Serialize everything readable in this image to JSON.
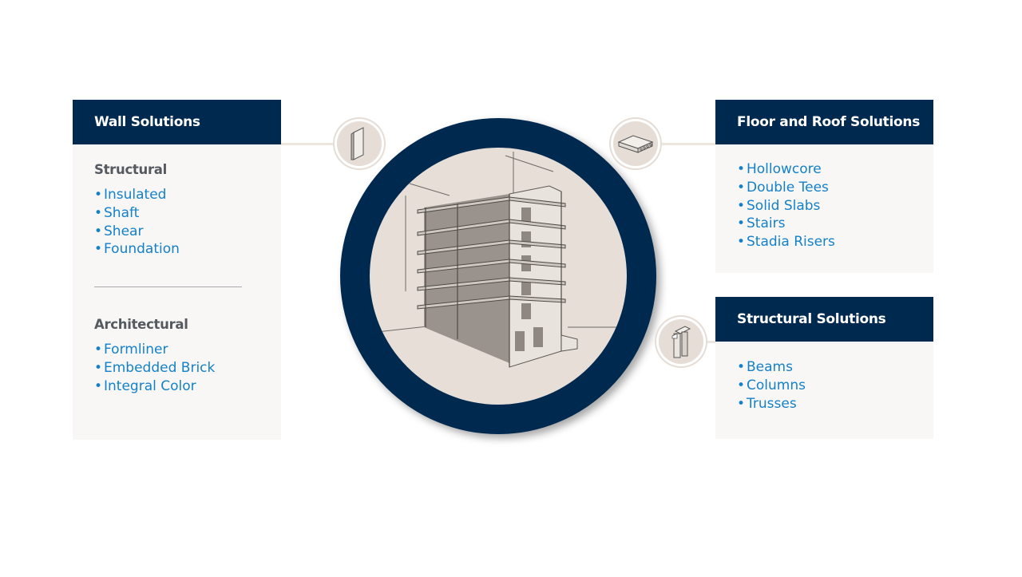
{
  "wall_solutions": {
    "title": "Wall Solutions",
    "groups": [
      {
        "title": "Structural",
        "items": [
          "Insulated",
          "Shaft",
          "Shear",
          "Foundation"
        ]
      },
      {
        "title": "Architectural",
        "items": [
          "Formliner",
          "Embedded Brick",
          "Integral Color"
        ]
      }
    ],
    "icon": "wall-panel-icon"
  },
  "floor_roof_solutions": {
    "title": "Floor and Roof Solutions",
    "items": [
      "Hollowcore",
      "Double Tees",
      "Solid Slabs",
      "Stairs",
      "Stadia Risers"
    ],
    "icon": "hollowcore-slab-icon"
  },
  "structural_solutions": {
    "title": "Structural Solutions",
    "items": [
      "Beams",
      "Columns",
      "Trusses"
    ],
    "icon": "beam-column-icon"
  },
  "hub": {
    "illustration": "building-structure-illustration"
  },
  "bullet": "•",
  "colors": {
    "header": "#00294f",
    "link": "#1481c8",
    "panel_bg": "#f8f7f6",
    "badge": "#e5ddd6"
  }
}
